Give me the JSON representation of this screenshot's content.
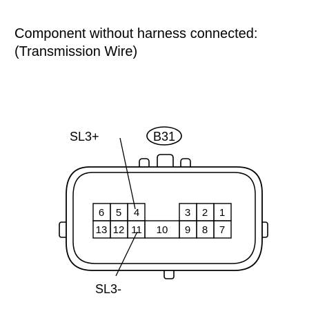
{
  "caption": {
    "line1": "Component without harness connected:",
    "line2": "(Transmission Wire)"
  },
  "connector": {
    "code": "B31",
    "pins_top_left": [
      "6",
      "5",
      "4"
    ],
    "pins_top_right": [
      "3",
      "2",
      "1"
    ],
    "pins_bottom": [
      "13",
      "12",
      "11",
      "10",
      "9",
      "8",
      "7"
    ]
  },
  "callouts": {
    "positive_label": "SL3+",
    "negative_label": "SL3-"
  }
}
